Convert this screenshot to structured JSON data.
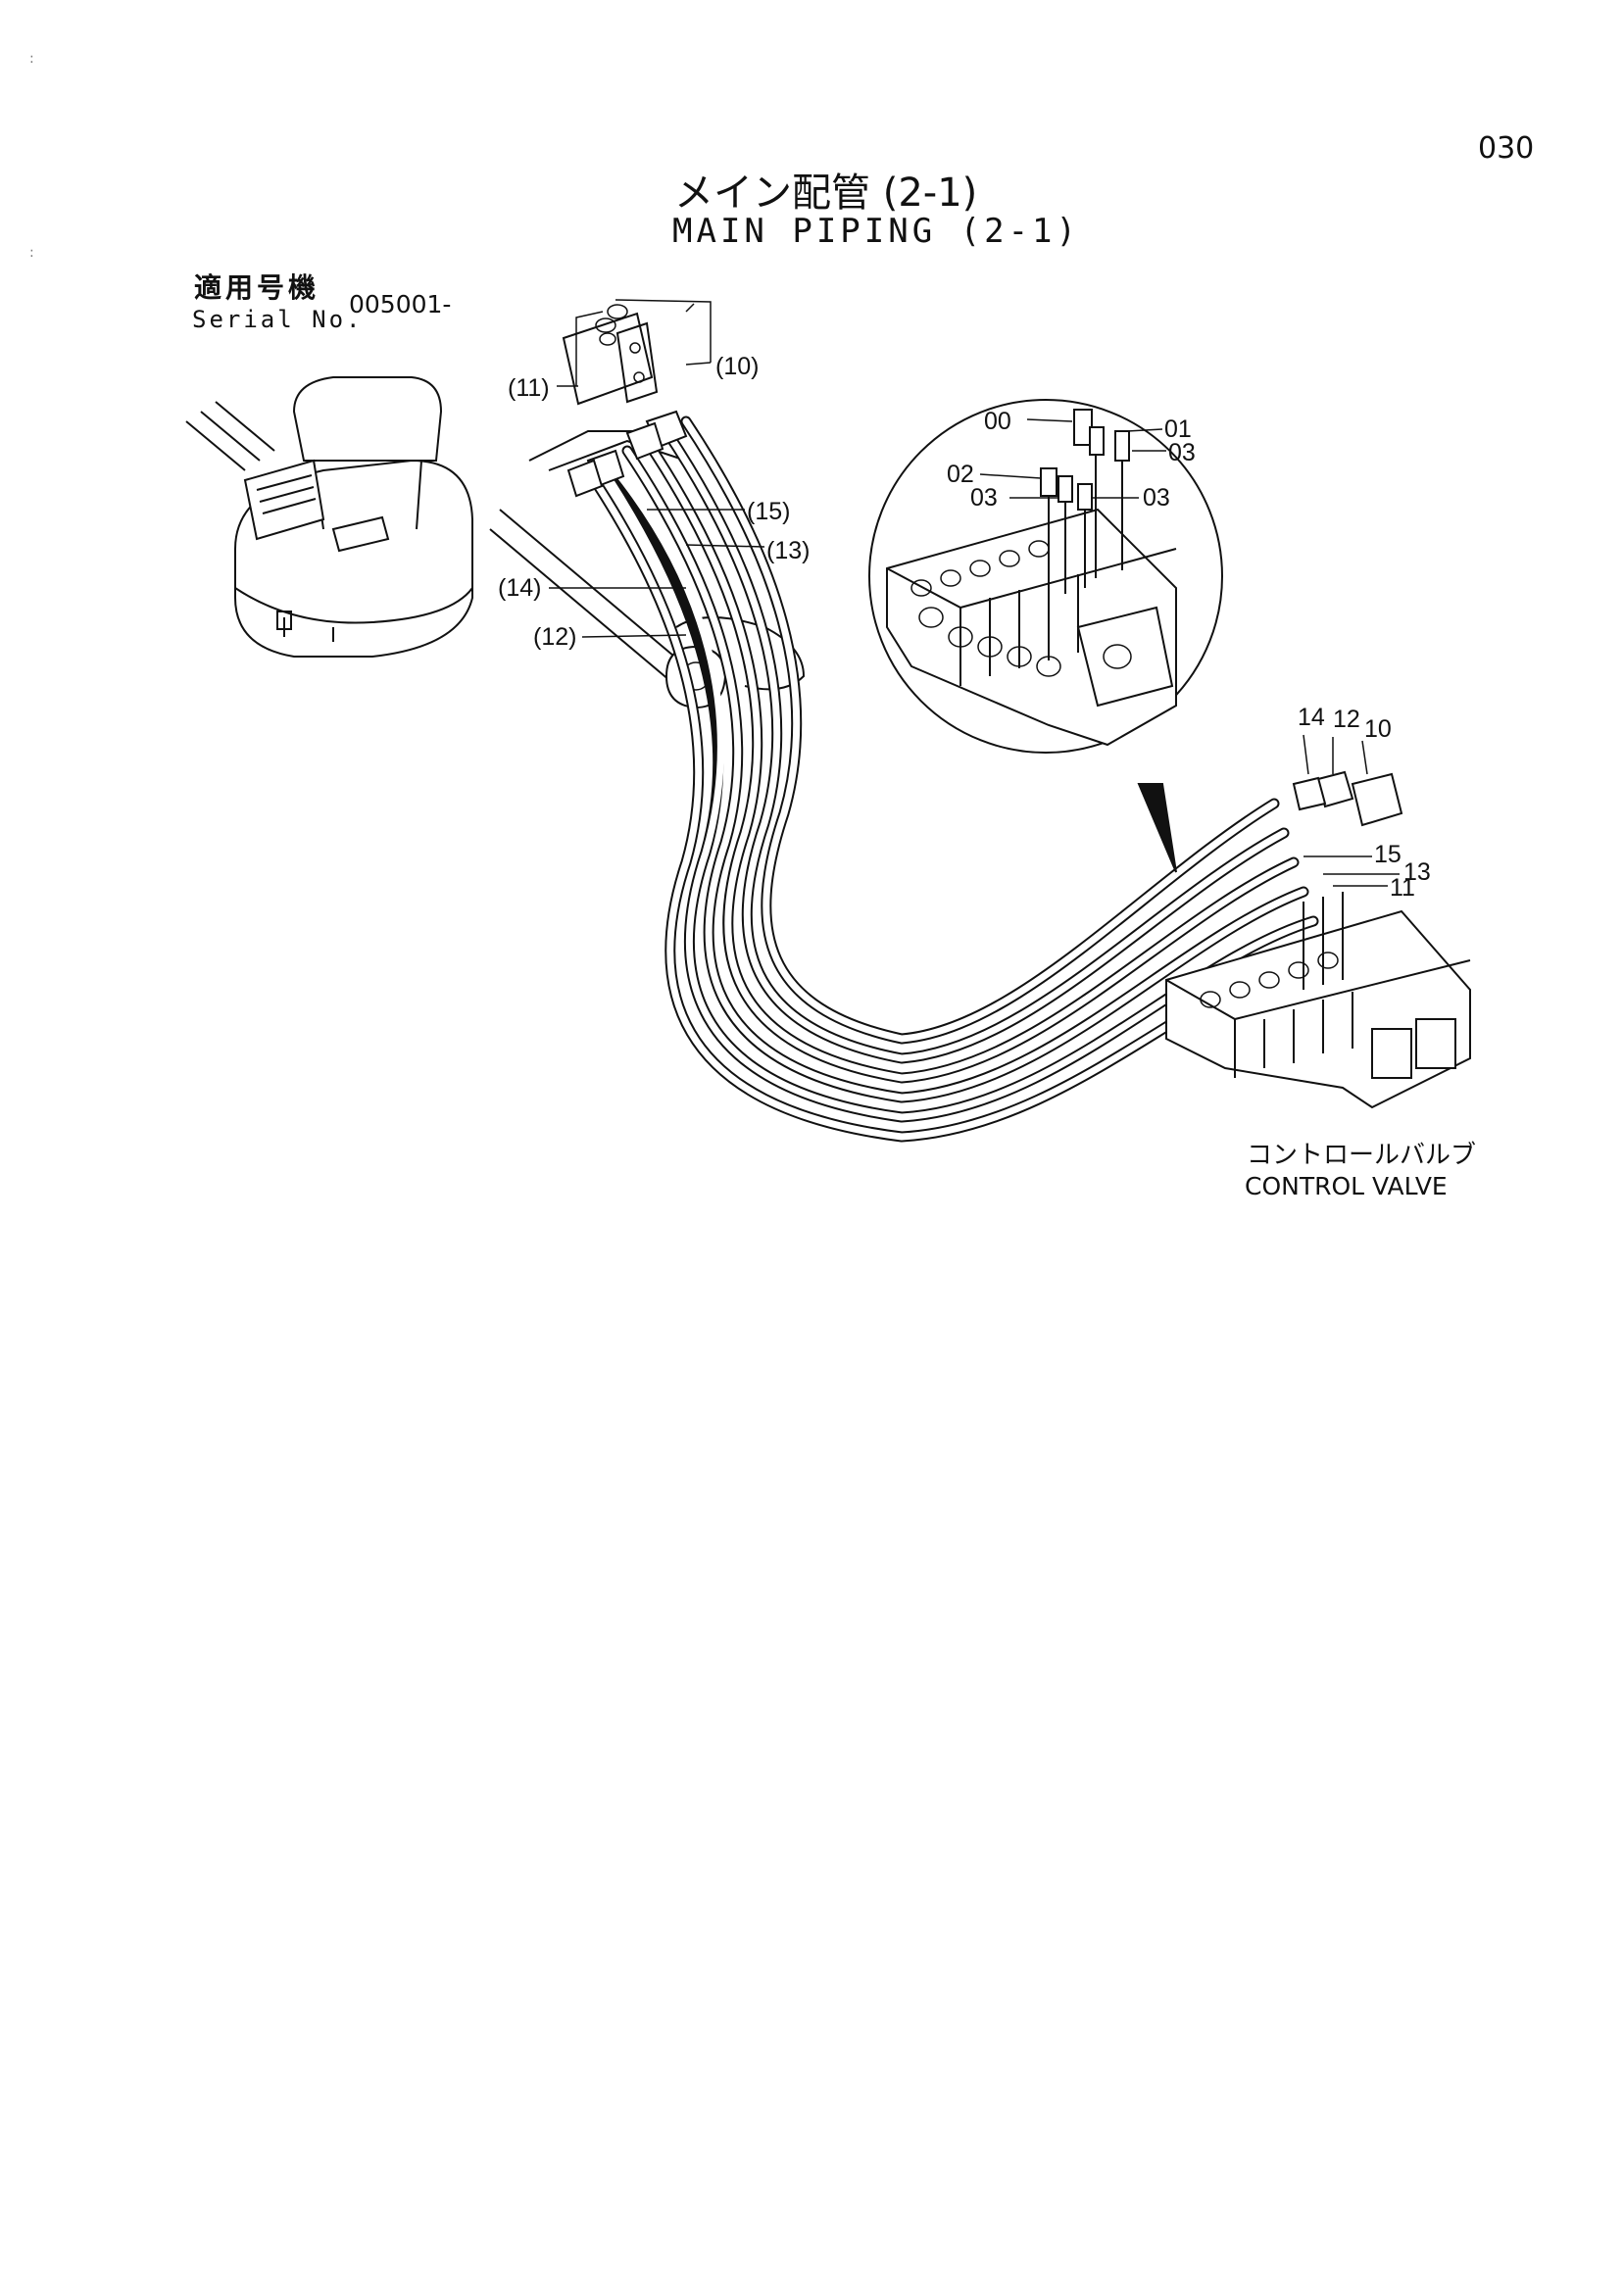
{
  "page_number": "030",
  "title_jp": "メイン配管 (2-1)",
  "title_en": "MAIN PIPING (2-1)",
  "serial": {
    "label_jp": "適用号機",
    "label_en": "Serial No.",
    "value": "005001-"
  },
  "component": {
    "label_jp": "コントロールバルブ",
    "label_en": "CONTROL VALVE"
  },
  "left_callouts": [
    "(11)",
    "(10)",
    "(15)",
    "(13)",
    "(14)",
    "(12)"
  ],
  "detail_callouts": [
    "00",
    "01",
    "03",
    "02",
    "03",
    "03"
  ],
  "valve_callouts": [
    "14",
    "12",
    "10",
    "15",
    "13",
    "11"
  ]
}
